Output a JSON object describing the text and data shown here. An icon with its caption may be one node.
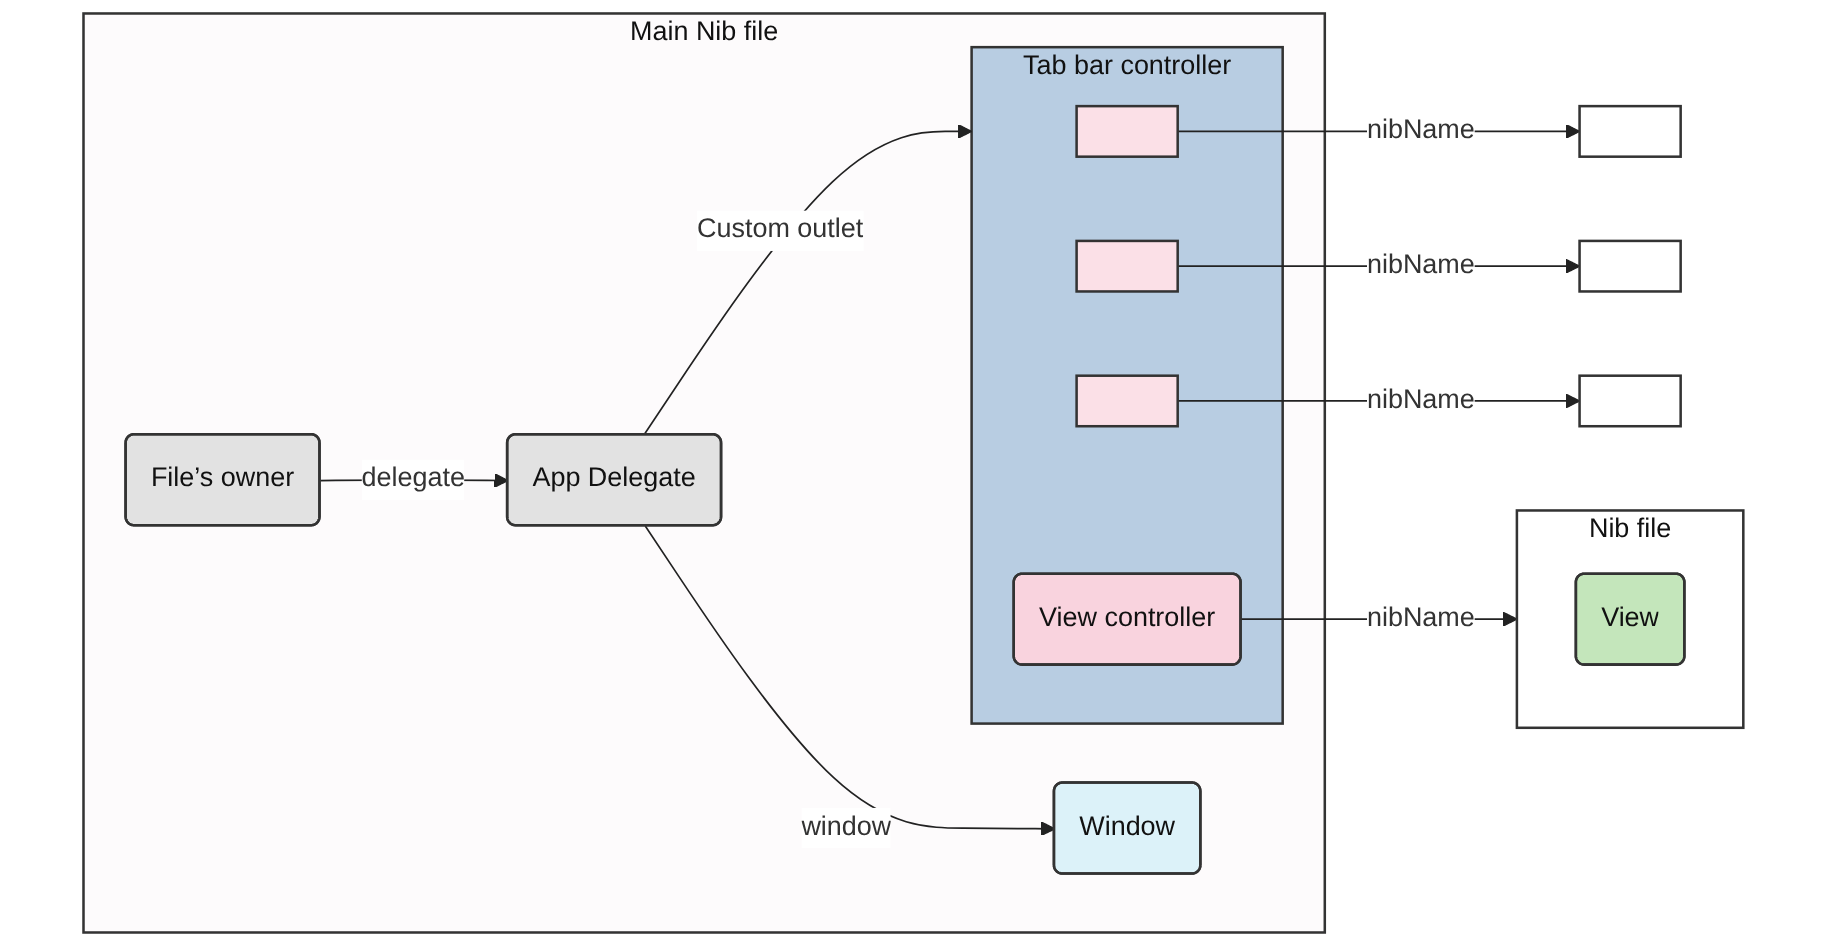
{
  "diagram": {
    "nodes": [
      {
        "text": [
          "Main Nib file"
        ]
      },
      {
        "text": [
          "File’s owner"
        ],
        "in": 0
      },
      {
        "text": [
          "App Delegate"
        ],
        "in": 0
      },
      {
        "text": [
          "Window"
        ],
        "in": 0
      },
      {
        "text": [
          "Tab bar controller"
        ],
        "in": 0
      },
      {
        "text": [],
        "shape": "box",
        "in": 4
      },
      {
        "text": [],
        "shape": "box",
        "in": 4
      },
      {
        "text": [],
        "shape": "box",
        "in": 4
      },
      {
        "text": [
          "View controller"
        ],
        "in": 4
      },
      {
        "text": [],
        "shape": "box"
      },
      {
        "text": [],
        "shape": "box"
      },
      {
        "text": [],
        "shape": "box"
      },
      {
        "text": [
          "Nib file"
        ]
      },
      {
        "text": [
          "View"
        ],
        "in": 12
      }
    ],
    "edges": [
      {
        "from": 1,
        "to": 2,
        "arrow": "to",
        "label": "delegate"
      },
      {
        "from": 2,
        "to": 3,
        "arrow": "to",
        "label": "window"
      },
      {
        "from": 2,
        "to": 4,
        "arrow": "to",
        "label": "Custom outlet"
      },
      {
        "from": 5,
        "to": 9,
        "arrow": "to",
        "label": "nibName"
      },
      {
        "from": 6,
        "to": 10,
        "arrow": "to",
        "label": "nibName"
      },
      {
        "from": 7,
        "to": 11,
        "arrow": "to",
        "label": "nibName"
      },
      {
        "from": 8,
        "to": 12,
        "arrow": "to",
        "label": "nibName"
      }
    ]
  }
}
